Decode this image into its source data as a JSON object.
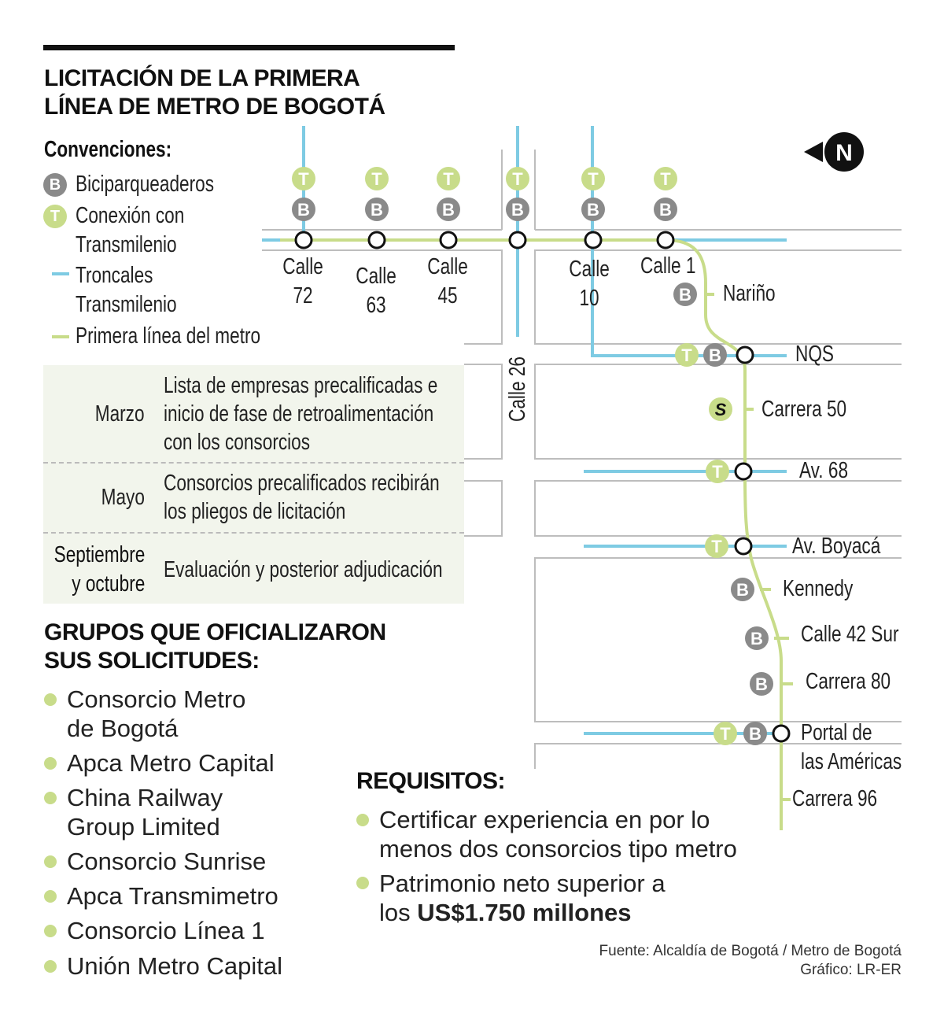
{
  "title": {
    "line1": "LICITACIÓN DE LA PRIMERA",
    "line2": "LÍNEA DE METRO DE BOGOTÁ"
  },
  "legend": {
    "heading": "Convenciones:",
    "items": [
      {
        "icon": "B",
        "label": "Biciparqueaderos"
      },
      {
        "icon": "T",
        "label": "Conexión con\nTransmilenio"
      },
      {
        "icon": "blue-line",
        "label": "Troncales\nTransmilenio"
      },
      {
        "icon": "green-line",
        "label": "Primera línea del metro"
      }
    ]
  },
  "timeline": [
    {
      "month": "Marzo",
      "text": "Lista de empresas precalificadas e\ninicio de fase de retroalimentación\ncon los consorcios"
    },
    {
      "month": "Mayo",
      "text": "Consorcios precalificados recibirán\nlos pliegos de licitación"
    },
    {
      "month": "Septiembre\ny octubre",
      "text": "Evaluación y posterior adjudicación"
    }
  ],
  "groups": {
    "heading_line1": "GRUPOS QUE OFICIALIZARON",
    "heading_line2": "SUS SOLICITUDES:",
    "items": [
      "Consorcio Metro\nde Bogotá",
      "Apca Metro Capital",
      "China Railway\nGroup Limited",
      "Consorcio Sunrise",
      "Apca Transmimetro",
      "Consorcio Línea 1",
      "Unión Metro Capital"
    ]
  },
  "requirements": {
    "heading": "REQUISITOS:",
    "item1": "Certificar experiencia en por lo\nmenos dos consorcios tipo metro",
    "item2_prefix": "Patrimonio neto superior a\nlos ",
    "item2_bold": "US$1.750 millones"
  },
  "map": {
    "north": "N",
    "street_calle26": "Calle 26",
    "stations": {
      "calle72": "Calle\n72",
      "calle63": "Calle\n63",
      "calle45": "Calle\n45",
      "calle10": "Calle\n10",
      "calle1": "Calle 1",
      "narino": "Nariño",
      "nqs": "NQS",
      "carrera50": "Carrera 50",
      "av68": "Av. 68",
      "boyaca": "Av. Boyacá",
      "kennedy": "Kennedy",
      "calle42sur": "Calle 42 Sur",
      "carrera80": "Carrera 80",
      "portal": "Portal de\nlas Américas",
      "carrera96": "Carrera 96"
    },
    "icons": {
      "T": "T",
      "B": "B",
      "S": "S"
    }
  },
  "source": {
    "line1": "Fuente: Alcaldía de Bogotá / Metro de Bogotá",
    "line2": "Gráfico: LR-ER"
  },
  "colors": {
    "metro": "#c8dc8a",
    "transmilenio": "#7ecbe3",
    "bici": "#8a8a8a",
    "panel": "#f2f5ec"
  }
}
